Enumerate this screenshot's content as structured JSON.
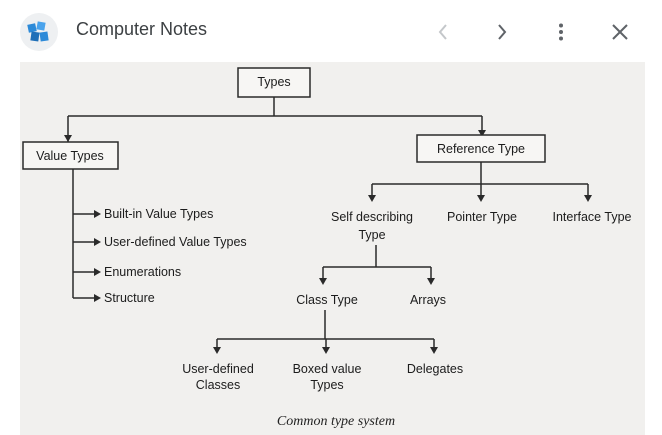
{
  "header": {
    "app_title": "Computer Notes",
    "logo_icon": "computer-notes-logo-icon",
    "back_icon": "chevron-left-icon",
    "forward_icon": "chevron-right-icon",
    "menu_icon": "more-vert-icon",
    "close_icon": "close-icon",
    "colors": {
      "logo_blue": "#2d8ad8",
      "icon_gray": "#5f6368",
      "icon_disabled": "#c4c7ca"
    }
  },
  "diagram": {
    "root": "Types",
    "value_types": {
      "label": "Value Types",
      "children": [
        "Built-in Value Types",
        "User-defined Value Types",
        "Enumerations",
        "Structure"
      ]
    },
    "reference_type": {
      "label": "Reference Type",
      "children": {
        "self_describing": [
          "Self describing",
          "Type"
        ],
        "pointer": "Pointer Type",
        "interface": "Interface Type"
      }
    },
    "self_describing_children": {
      "class_type": "Class Type",
      "arrays": "Arrays"
    },
    "class_type_children": {
      "user_defined": [
        "User-defined",
        "Classes"
      ],
      "boxed": [
        "Boxed value",
        "Types"
      ],
      "delegates": "Delegates"
    },
    "caption": "Common type system"
  }
}
